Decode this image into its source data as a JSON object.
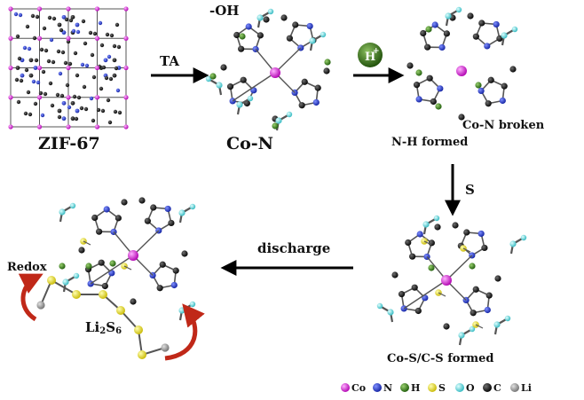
{
  "labels": {
    "zif": "ZIF-67",
    "con": "Co-N",
    "oh": "-OH",
    "ta": "TA",
    "hplus_h": "H",
    "hplus_sup": "+",
    "co_n_broken": "Co-N broken",
    "nh_formed": "N-H formed",
    "s_arrow": "S",
    "cos_formed": "Co-S/C-S formed",
    "discharge": "discharge",
    "redox": "Redox",
    "li2s6_li": "Li",
    "li2s6_2": "2",
    "li2s6_s": "S",
    "li2s6_6": "6"
  },
  "legend": [
    {
      "label": "Co",
      "color": "#d020d0"
    },
    {
      "label": "N",
      "color": "#2030d0"
    },
    {
      "label": "H",
      "color": "#2a7a10"
    },
    {
      "label": "S",
      "color": "#e8e010"
    },
    {
      "label": "O",
      "color": "#60e0e0"
    },
    {
      "label": "C",
      "color": "#111111"
    },
    {
      "label": "Li",
      "color": "#909090"
    }
  ],
  "colors": {
    "co": "#d020d0",
    "n": "#2030d0",
    "h": "#2a7a10",
    "s": "#e8e010",
    "o": "#60e0e0",
    "c": "#111111",
    "li": "#909090",
    "redox_arrow": "#c02818"
  }
}
